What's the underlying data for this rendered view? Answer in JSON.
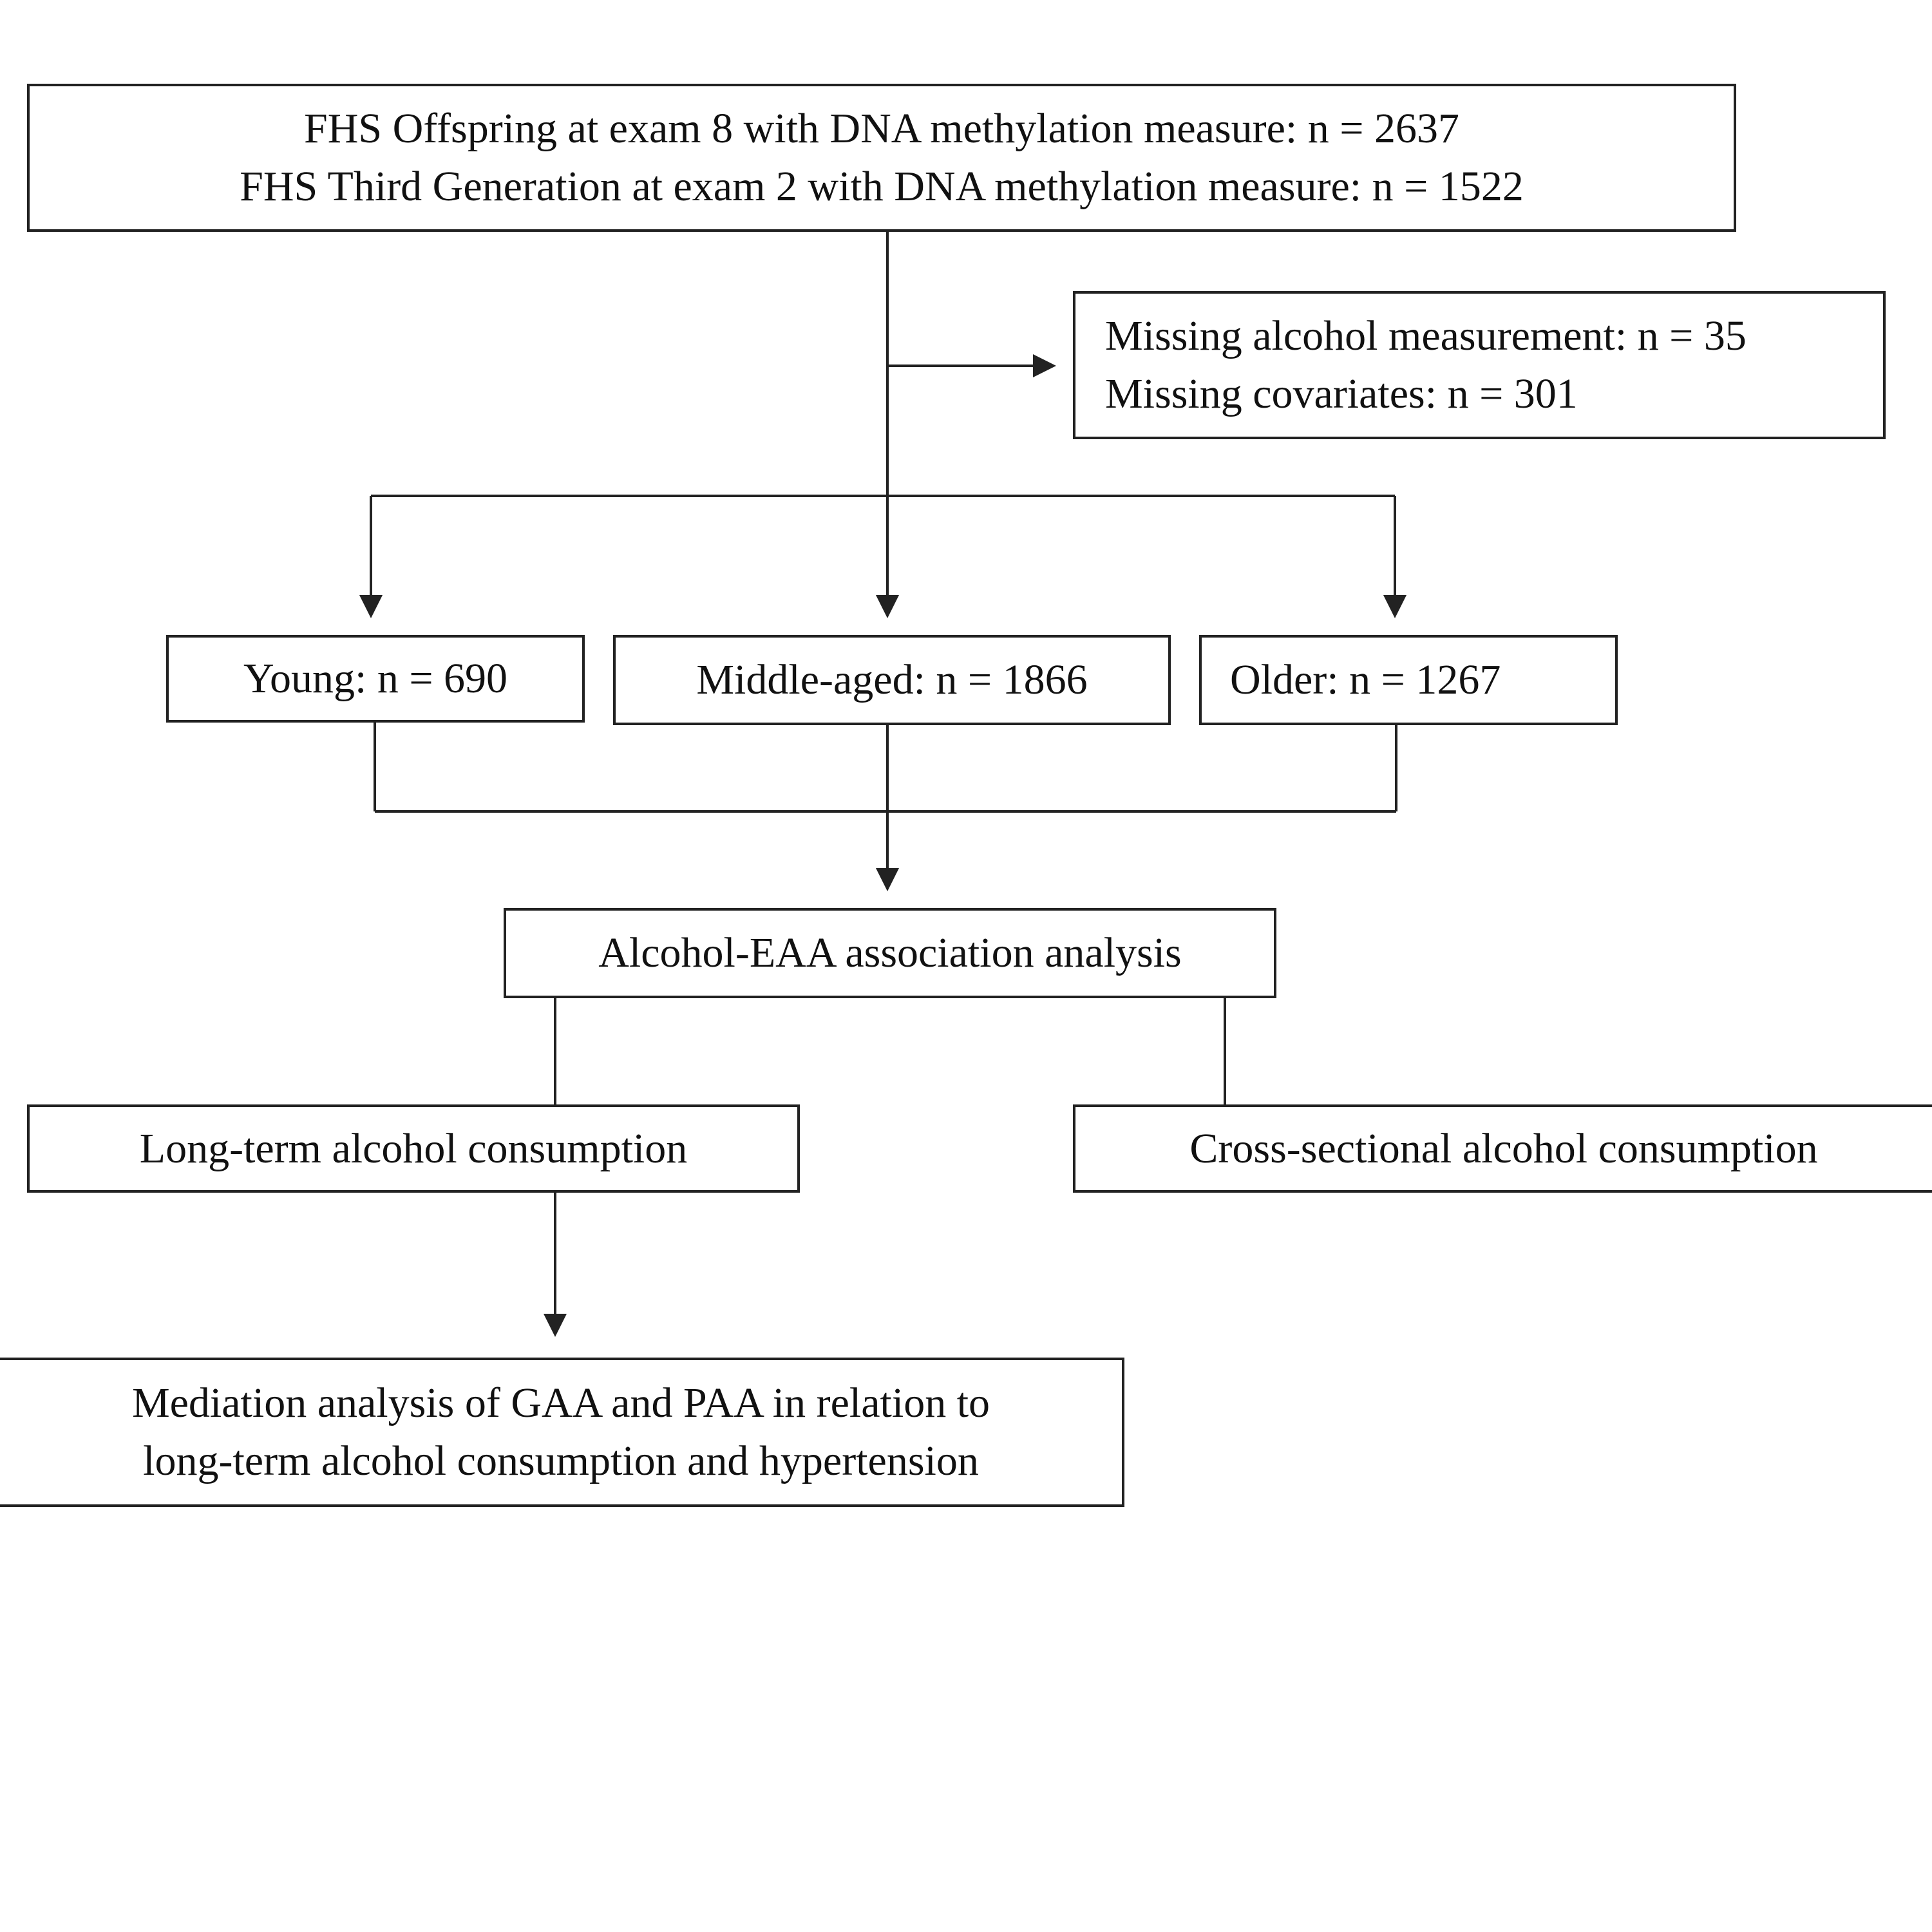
{
  "nodes": {
    "source": {
      "lines": [
        "FHS Offspring at exam 8 with DNA methylation measure: n = 2637",
        "FHS Third Generation at exam 2 with DNA methylation measure: n = 1522"
      ]
    },
    "exclusion": {
      "lines": [
        "Missing alcohol measurement: n = 35",
        "Missing covariates: n = 301"
      ]
    },
    "young": {
      "label": "Young: n = 690"
    },
    "middle_aged": {
      "label": "Middle-aged: n = 1866"
    },
    "older": {
      "label": "Older: n = 1267"
    },
    "association": {
      "label": "Alcohol-EAA association analysis"
    },
    "long_term": {
      "label": "Long-term alcohol consumption"
    },
    "cross_sectional": {
      "label": "Cross-sectional alcohol consumption"
    },
    "mediation": {
      "lines": [
        "Mediation analysis of GAA and PAA in relation to",
        "long-term alcohol consumption and hypertension"
      ]
    }
  },
  "edges": [
    {
      "from": "source",
      "to": "exclusion",
      "arrow": true
    },
    {
      "from": "source",
      "to": "young",
      "arrow": true
    },
    {
      "from": "source",
      "to": "middle_aged",
      "arrow": true
    },
    {
      "from": "source",
      "to": "older",
      "arrow": true
    },
    {
      "from": "young",
      "to": "association",
      "arrow": true
    },
    {
      "from": "middle_aged",
      "to": "association",
      "arrow": true
    },
    {
      "from": "older",
      "to": "association",
      "arrow": true
    },
    {
      "from": "association",
      "to": "long_term",
      "arrow": false
    },
    {
      "from": "association",
      "to": "cross_sectional",
      "arrow": false
    },
    {
      "from": "long_term",
      "to": "mediation",
      "arrow": true
    }
  ],
  "colors": {
    "stroke": "#222222",
    "text": "#111111",
    "background": "#ffffff"
  }
}
